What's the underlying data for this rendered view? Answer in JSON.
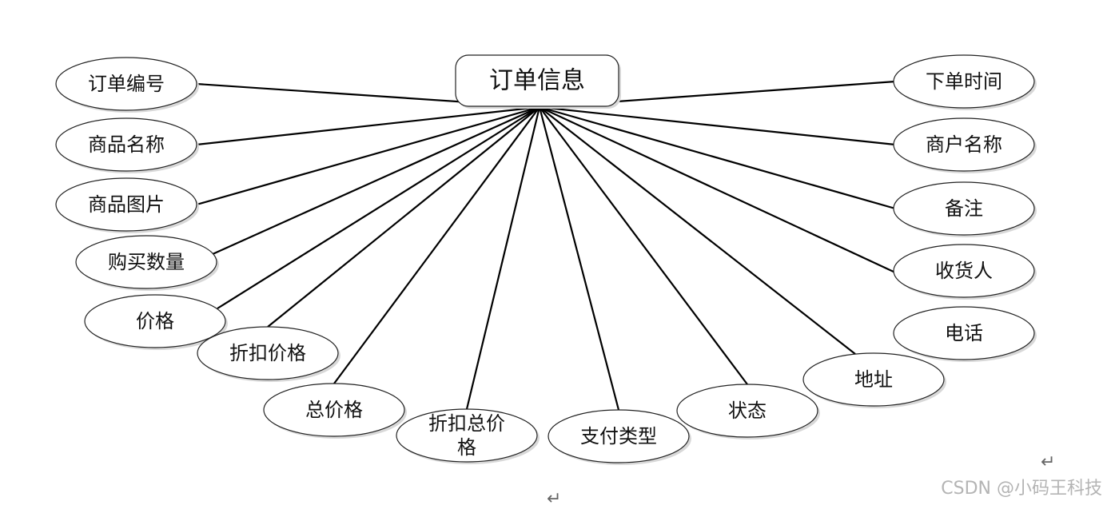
{
  "diagram": {
    "entity": {
      "id": "order-info",
      "label": "订单信息"
    },
    "attributes": [
      {
        "id": "order-number",
        "lines": [
          "订单编号"
        ]
      },
      {
        "id": "product-name",
        "lines": [
          "商品名称"
        ]
      },
      {
        "id": "product-image",
        "lines": [
          "商品图片"
        ]
      },
      {
        "id": "purchase-quantity",
        "lines": [
          "购买数量"
        ]
      },
      {
        "id": "price",
        "lines": [
          "价格"
        ]
      },
      {
        "id": "discount-price",
        "lines": [
          "折扣价格"
        ]
      },
      {
        "id": "total-price",
        "lines": [
          "总价格"
        ]
      },
      {
        "id": "discount-total-price",
        "lines": [
          "折扣总价",
          "格"
        ]
      },
      {
        "id": "payment-type",
        "lines": [
          "支付类型"
        ]
      },
      {
        "id": "status",
        "lines": [
          "状态"
        ]
      },
      {
        "id": "address",
        "lines": [
          "地址"
        ]
      },
      {
        "id": "phone",
        "lines": [
          "电话"
        ]
      },
      {
        "id": "recipient",
        "lines": [
          "收货人"
        ]
      },
      {
        "id": "remark",
        "lines": [
          "备注"
        ]
      },
      {
        "id": "merchant-name",
        "lines": [
          "商户名称"
        ]
      },
      {
        "id": "order-time",
        "lines": [
          "下单时间"
        ]
      }
    ]
  },
  "watermark": "CSDN @小码王科技",
  "paragraph_mark": "↵"
}
